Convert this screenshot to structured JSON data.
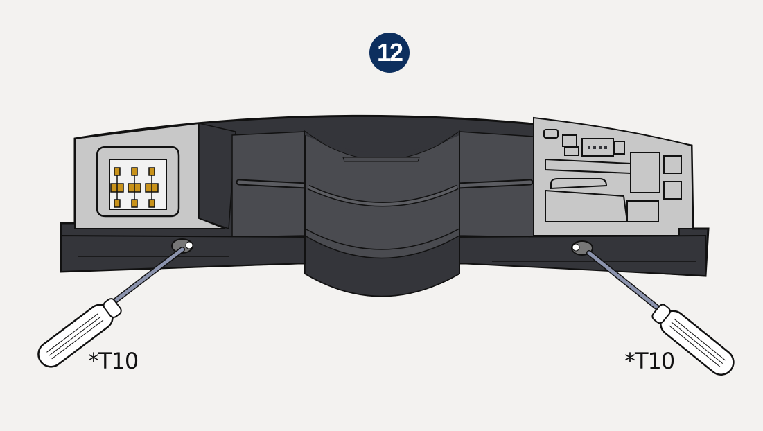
{
  "step": {
    "number": "12",
    "badge_color": "#0d2f5e"
  },
  "labels": {
    "left_tool": "*T10",
    "right_tool": "*T10"
  },
  "colors": {
    "background": "#f3f2f0",
    "housing_dark": "#34353a",
    "housing_mid": "#4a4b50",
    "panel_light": "#c8c8c8",
    "connector_pin": "#c8921a",
    "screwdriver_shaft": "#8b93ad",
    "screwdriver_handle": "#ffffff"
  },
  "parts": [
    {
      "name": "left-connector",
      "pins": 6
    },
    {
      "name": "center-housing"
    },
    {
      "name": "right-circuit-board"
    },
    {
      "name": "left-screw",
      "type": "T10 Torx"
    },
    {
      "name": "right-screw",
      "type": "T10 Torx"
    }
  ]
}
